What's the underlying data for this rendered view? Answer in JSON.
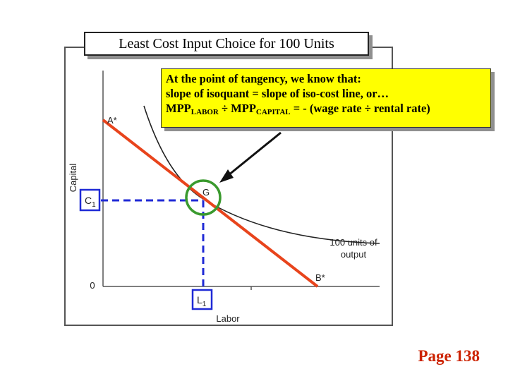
{
  "title": "Least Cost Input Choice for 100 Units",
  "note": {
    "line1": "At the point of tangency, we know that:",
    "line2": "slope of isoquant = slope of iso-cost line, or…",
    "line3_prefix": "MPP",
    "line3_sub1": "LABOR",
    "line3_mid": " ÷ MPP",
    "line3_sub2": "CAPITAL",
    "line3_suffix": " = - (wage rate ÷  rental rate)"
  },
  "diagram": {
    "y_axis_label": "Capital",
    "x_axis_label": "Labor",
    "origin_label": "0",
    "point_a_label": "A*",
    "point_b_label": "B*",
    "tangency_label": "G",
    "c1_label": "C",
    "c1_sub": "1",
    "l1_label": "L",
    "l1_sub": "1",
    "isoquant_label_line1": "100 units of",
    "isoquant_label_line2": "output"
  },
  "colors": {
    "isocost_line": "#e8441c",
    "guide_lines": "#1f2ad6",
    "tangency_circle": "#3a9a2e",
    "note_background": "#ffff00",
    "page_number": "#cc2200"
  },
  "footer": {
    "page": "Page 138"
  }
}
